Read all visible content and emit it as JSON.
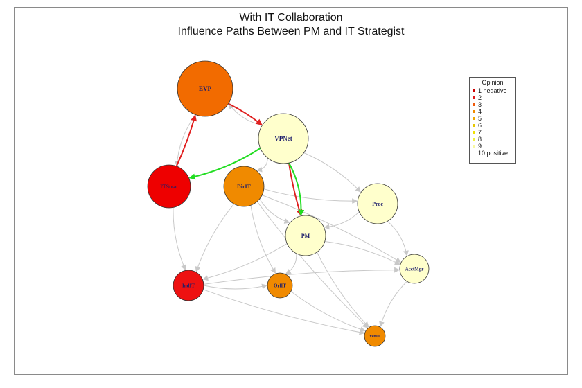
{
  "title": [
    "With IT Collaboration",
    "Influence Paths Between PM and IT Strategist"
  ],
  "nodes": [
    {
      "id": "EVP",
      "label": "EVP",
      "opinion": 3,
      "color": "#f26b00"
    },
    {
      "id": "VPNet",
      "label": "VPNet",
      "opinion": 10,
      "color": "#ffffcc"
    },
    {
      "id": "ITStrat",
      "label": "ITStrat",
      "opinion": 1,
      "color": "#ee0000"
    },
    {
      "id": "DirIT",
      "label": "DirIT",
      "opinion": 4,
      "color": "#f08a00"
    },
    {
      "id": "Proc",
      "label": "Proc",
      "opinion": 10,
      "color": "#ffffcc"
    },
    {
      "id": "PM",
      "label": "PM",
      "opinion": 10,
      "color": "#ffffcc"
    },
    {
      "id": "AcctMgr",
      "label": "AcctMgr",
      "opinion": 10,
      "color": "#ffffcc"
    },
    {
      "id": "IndIT",
      "label": "IndIT",
      "opinion": 1,
      "color": "#ee1111"
    },
    {
      "id": "OrlIT",
      "label": "OrlIT",
      "opinion": 4,
      "color": "#f08a00"
    },
    {
      "id": "VenIT",
      "label": "VenIT",
      "opinion": 4,
      "color": "#f08a00"
    }
  ],
  "edges": [
    {
      "from": "EVP",
      "to": "VPNet",
      "color": "#e02020",
      "style": "red"
    },
    {
      "from": "ITStrat",
      "to": "EVP",
      "color": "#e02020",
      "style": "red"
    },
    {
      "from": "VPNet",
      "to": "ITStrat",
      "color": "#22dd22",
      "style": "green"
    },
    {
      "from": "VPNet",
      "to": "PM",
      "color": "#e02020",
      "style": "red"
    },
    {
      "from": "VPNet",
      "to": "PM",
      "color": "#22dd22",
      "style": "green"
    },
    {
      "from": "VPNet",
      "to": "EVP",
      "color": "#c8c8c8",
      "style": "gray"
    },
    {
      "from": "EVP",
      "to": "ITStrat",
      "color": "#c8c8c8",
      "style": "gray"
    },
    {
      "from": "VPNet",
      "to": "DirIT",
      "color": "#c8c8c8",
      "style": "gray"
    },
    {
      "from": "VPNet",
      "to": "Proc",
      "color": "#c8c8c8",
      "style": "gray"
    },
    {
      "from": "DirIT",
      "to": "Proc",
      "color": "#c8c8c8",
      "style": "gray"
    },
    {
      "from": "DirIT",
      "to": "PM",
      "color": "#c8c8c8",
      "style": "gray"
    },
    {
      "from": "DirIT",
      "to": "AcctMgr",
      "color": "#c8c8c8",
      "style": "gray"
    },
    {
      "from": "DirIT",
      "to": "IndIT",
      "color": "#c8c8c8",
      "style": "gray"
    },
    {
      "from": "DirIT",
      "to": "OrlIT",
      "color": "#c8c8c8",
      "style": "gray"
    },
    {
      "from": "DirIT",
      "to": "VenIT",
      "color": "#c8c8c8",
      "style": "gray"
    },
    {
      "from": "ITStrat",
      "to": "IndIT",
      "color": "#c8c8c8",
      "style": "gray"
    },
    {
      "from": "Proc",
      "to": "PM",
      "color": "#c8c8c8",
      "style": "gray"
    },
    {
      "from": "Proc",
      "to": "AcctMgr",
      "color": "#c8c8c8",
      "style": "gray"
    },
    {
      "from": "PM",
      "to": "AcctMgr",
      "color": "#c8c8c8",
      "style": "gray"
    },
    {
      "from": "PM",
      "to": "IndIT",
      "color": "#c8c8c8",
      "style": "gray"
    },
    {
      "from": "PM",
      "to": "OrlIT",
      "color": "#c8c8c8",
      "style": "gray"
    },
    {
      "from": "PM",
      "to": "VenIT",
      "color": "#c8c8c8",
      "style": "gray"
    },
    {
      "from": "IndIT",
      "to": "OrlIT",
      "color": "#c8c8c8",
      "style": "gray"
    },
    {
      "from": "IndIT",
      "to": "VenIT",
      "color": "#c8c8c8",
      "style": "gray"
    },
    {
      "from": "IndIT",
      "to": "AcctMgr",
      "color": "#c8c8c8",
      "style": "gray"
    },
    {
      "from": "OrlIT",
      "to": "VenIT",
      "color": "#c8c8c8",
      "style": "gray"
    },
    {
      "from": "AcctMgr",
      "to": "VenIT",
      "color": "#c8c8c8",
      "style": "gray"
    }
  ],
  "legend": {
    "title": "Opinion",
    "items": [
      {
        "label": "1 negative",
        "color": "#cc0000"
      },
      {
        "label": "2",
        "color": "#e01b1b"
      },
      {
        "label": "3",
        "color": "#f05a0a"
      },
      {
        "label": "4",
        "color": "#f08a00"
      },
      {
        "label": "5",
        "color": "#f0a800"
      },
      {
        "label": "6",
        "color": "#e8c800"
      },
      {
        "label": "7",
        "color": "#f0e000"
      },
      {
        "label": "8",
        "color": "#f0f040"
      },
      {
        "label": "9",
        "color": "#f8f8a0"
      },
      {
        "label": "10 positive",
        "color": "#ffffff"
      }
    ]
  }
}
